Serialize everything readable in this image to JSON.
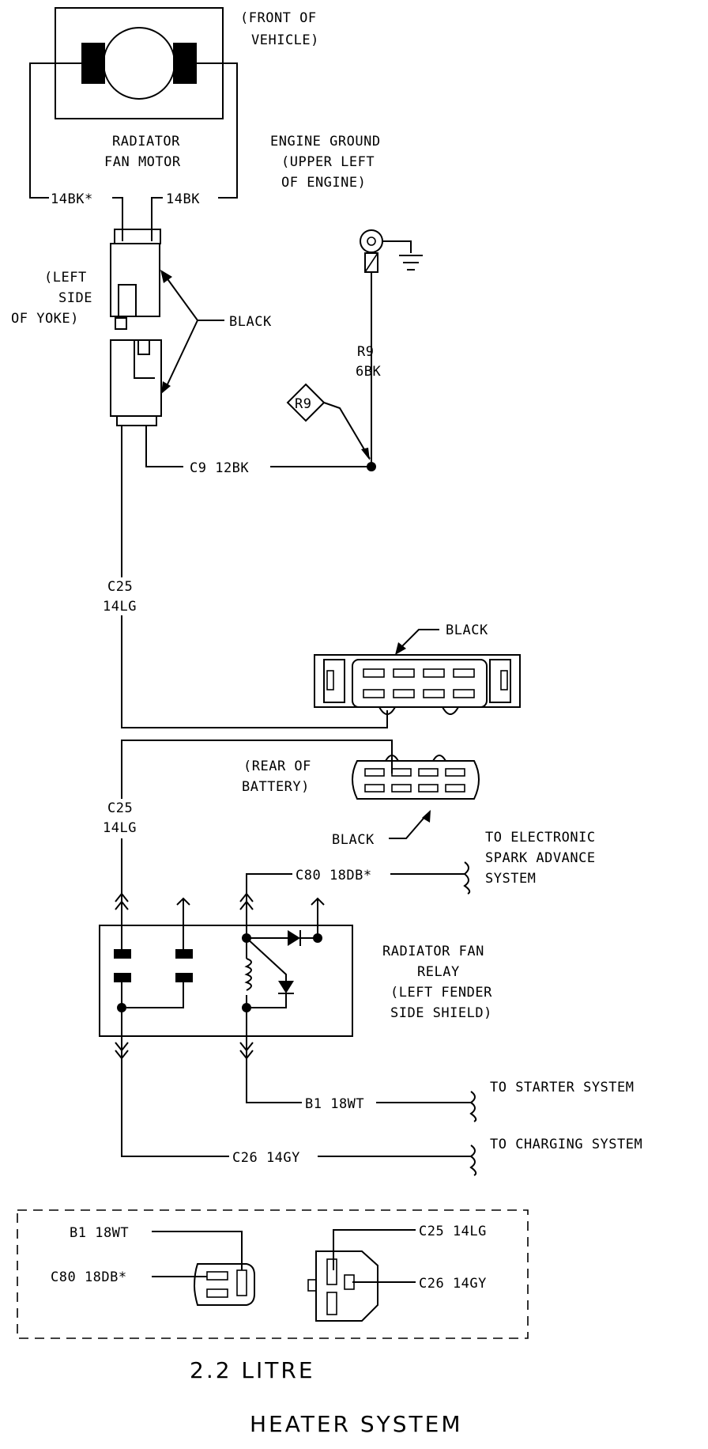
{
  "labels": {
    "front_of_vehicle_1": "(FRONT OF",
    "front_of_vehicle_2": "VEHICLE)",
    "fan_motor_1": "RADIATOR",
    "fan_motor_2": "FAN MOTOR",
    "engine_ground_1": "ENGINE GROUND",
    "engine_ground_2": "(UPPER LEFT",
    "engine_ground_3": "OF ENGINE)",
    "wire_14bk_star": "14BK*",
    "wire_14bk": "14BK",
    "left_side_1": "(LEFT",
    "left_side_2": "SIDE",
    "left_side_3": "OF YOKE)",
    "black_1": "BLACK",
    "r9_wire_1": "R9",
    "r9_wire_2": "6BK",
    "r9_tag": "R9",
    "c9_wire": "C9  12BK",
    "c25_a_1": "C25",
    "c25_a_2": "14LG",
    "black_2": "BLACK",
    "rear_battery_1": "(REAR OF",
    "rear_battery_2": "BATTERY)",
    "black_3": "BLACK",
    "c25_b_1": "C25",
    "c25_b_2": "14LG",
    "to_esa_1": "TO ELECTRONIC",
    "to_esa_2": "SPARK ADVANCE",
    "to_esa_3": "SYSTEM",
    "c80_wire": "C80  18DB*",
    "relay_1": "RADIATOR FAN",
    "relay_2": "RELAY",
    "relay_3": "(LEFT FENDER",
    "relay_4": "SIDE SHIELD)",
    "b1_wire": "B1  18WT",
    "to_starter": "TO STARTER SYSTEM",
    "c26_wire": "C26  14GY",
    "to_charging": "TO CHARGING SYSTEM",
    "inset_b1": "B1  18WT",
    "inset_c80": "C80  18DB*",
    "inset_c25": "C25  14LG",
    "inset_c26": "C26  14GY"
  },
  "title": {
    "line1": "2.2 LITRE",
    "line2": "HEATER SYSTEM"
  }
}
